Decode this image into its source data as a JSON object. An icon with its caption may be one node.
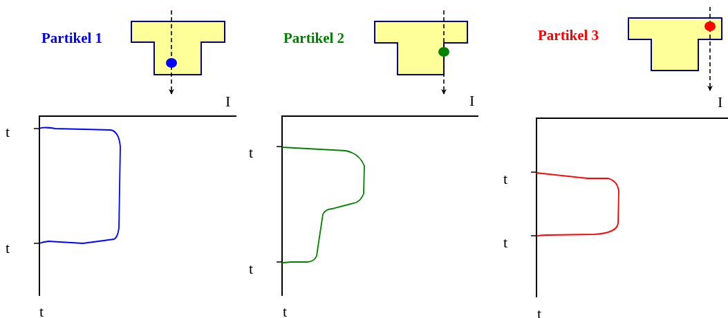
{
  "diagram": {
    "labels": [
      "Partikel 1",
      "I",
      "t",
      "t",
      "t",
      "Partikel 2",
      "I",
      "t",
      "t",
      "t",
      "Partikel 3",
      "I",
      "t",
      "t",
      "t"
    ]
  }
}
